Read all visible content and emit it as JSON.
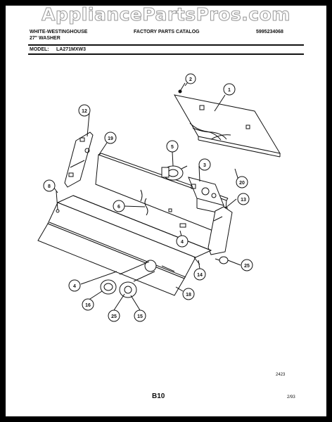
{
  "watermark": "AppliancePartsPros.com",
  "header": {
    "brand_line1": "WHITE-WESTINGHOUSE",
    "brand_line2": "27\" WASHER",
    "catalog_title": "FACTORY PARTS CATALOG",
    "catalog_number": "5995234068",
    "model_label": "MODEL:",
    "model_value": "LA271MXW3"
  },
  "callouts": [
    "1",
    "2",
    "3",
    "4",
    "4",
    "5",
    "6",
    "8",
    "12",
    "13",
    "14",
    "15",
    "16",
    "18",
    "19",
    "20",
    "25",
    "25"
  ],
  "footer": {
    "figure_code": "2423",
    "page_number": "B10",
    "date_code": "2/93"
  }
}
